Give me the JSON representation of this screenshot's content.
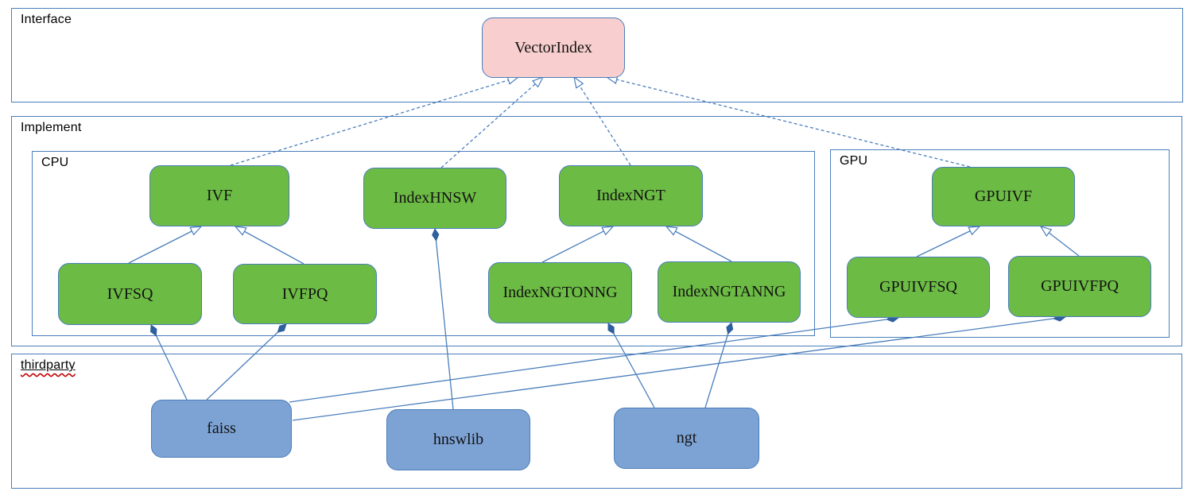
{
  "diagram": {
    "type": "uml-class-diagram",
    "containers": {
      "interface": {
        "label": "Interface"
      },
      "implement": {
        "label": "Implement"
      },
      "cpu": {
        "label": "CPU"
      },
      "gpu": {
        "label": "GPU"
      },
      "thirdparty": {
        "label": "thirdparty",
        "spellcheck_squiggle": true
      }
    },
    "nodes": {
      "vectorindex": {
        "label": "VectorIndex",
        "container": "interface",
        "fill": "#f8cfce"
      },
      "ivf": {
        "label": "IVF",
        "container": "cpu",
        "fill": "#6cbb44"
      },
      "indexhnsw": {
        "label": "IndexHNSW",
        "container": "cpu",
        "fill": "#6cbb44"
      },
      "indexngt": {
        "label": "IndexNGT",
        "container": "cpu",
        "fill": "#6cbb44"
      },
      "ivfsq": {
        "label": "IVFSQ",
        "container": "cpu",
        "fill": "#6cbb44"
      },
      "ivfpq": {
        "label": "IVFPQ",
        "container": "cpu",
        "fill": "#6cbb44"
      },
      "indexngtonng": {
        "label": "IndexNGTONNG",
        "container": "cpu",
        "fill": "#6cbb44"
      },
      "indexngtanng": {
        "label": "IndexNGTANNG",
        "container": "cpu",
        "fill": "#6cbb44"
      },
      "gpuivf": {
        "label": "GPUIVF",
        "container": "gpu",
        "fill": "#6cbb44"
      },
      "gpuivfsq": {
        "label": "GPUIVFSQ",
        "container": "gpu",
        "fill": "#6cbb44"
      },
      "gpuivfpq": {
        "label": "GPUIVFPQ",
        "container": "gpu",
        "fill": "#6cbb44"
      },
      "faiss": {
        "label": "faiss",
        "container": "thirdparty",
        "fill": "#7da2d4"
      },
      "hnswlib": {
        "label": "hnswlib",
        "container": "thirdparty",
        "fill": "#7da2d4"
      },
      "ngt": {
        "label": "ngt",
        "container": "thirdparty",
        "fill": "#7da2d4"
      }
    },
    "edges": [
      {
        "from": "IVF",
        "to": "VectorIndex",
        "relation": "realization",
        "line": "dashed",
        "head": "hollow-triangle"
      },
      {
        "from": "IndexHNSW",
        "to": "VectorIndex",
        "relation": "realization",
        "line": "dashed",
        "head": "hollow-triangle"
      },
      {
        "from": "IndexNGT",
        "to": "VectorIndex",
        "relation": "realization",
        "line": "dashed",
        "head": "hollow-triangle"
      },
      {
        "from": "GPUIVF",
        "to": "VectorIndex",
        "relation": "realization",
        "line": "dashed",
        "head": "hollow-triangle"
      },
      {
        "from": "IVFSQ",
        "to": "IVF",
        "relation": "generalization",
        "line": "solid",
        "head": "hollow-triangle"
      },
      {
        "from": "IVFPQ",
        "to": "IVF",
        "relation": "generalization",
        "line": "solid",
        "head": "hollow-triangle"
      },
      {
        "from": "IndexNGTONNG",
        "to": "IndexNGT",
        "relation": "generalization",
        "line": "solid",
        "head": "hollow-triangle"
      },
      {
        "from": "IndexNGTANNG",
        "to": "IndexNGT",
        "relation": "generalization",
        "line": "solid",
        "head": "hollow-triangle"
      },
      {
        "from": "GPUIVFSQ",
        "to": "GPUIVF",
        "relation": "generalization",
        "line": "solid",
        "head": "hollow-triangle"
      },
      {
        "from": "GPUIVFPQ",
        "to": "GPUIVF",
        "relation": "generalization",
        "line": "solid",
        "head": "hollow-triangle"
      },
      {
        "from": "faiss",
        "to": "IVFSQ",
        "relation": "composition",
        "line": "solid",
        "head": "filled-diamond"
      },
      {
        "from": "faiss",
        "to": "IVFPQ",
        "relation": "composition",
        "line": "solid",
        "head": "filled-diamond"
      },
      {
        "from": "faiss",
        "to": "GPUIVFSQ",
        "relation": "composition",
        "line": "solid",
        "head": "filled-diamond"
      },
      {
        "from": "faiss",
        "to": "GPUIVFPQ",
        "relation": "composition",
        "line": "solid",
        "head": "filled-diamond"
      },
      {
        "from": "hnswlib",
        "to": "IndexHNSW",
        "relation": "composition",
        "line": "solid",
        "head": "filled-diamond"
      },
      {
        "from": "ngt",
        "to": "IndexNGTONNG",
        "relation": "composition",
        "line": "solid",
        "head": "filled-diamond"
      },
      {
        "from": "ngt",
        "to": "IndexNGTANNG",
        "relation": "composition",
        "line": "solid",
        "head": "filled-diamond"
      }
    ],
    "colors": {
      "line_blue": "#4a7ebb",
      "node_green": "#6cbb44",
      "node_blue": "#7da2d4",
      "node_pink": "#f8cfce",
      "diamond_fill": "#2e5f9e",
      "squiggle_red": "#c00000",
      "background": "#ffffff"
    }
  }
}
